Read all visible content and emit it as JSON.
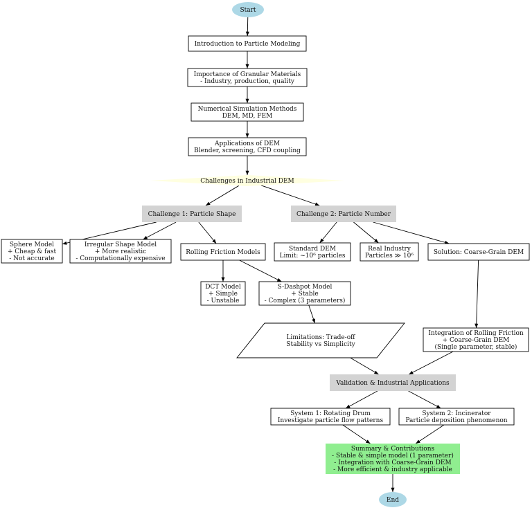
{
  "colors": {
    "start_end": "#add8e6",
    "decision": "#ffffe0",
    "section": "#d3d3d3",
    "summary": "#90ee90",
    "default": "#ffffff",
    "line": "#000000"
  },
  "nodes": {
    "start": {
      "lines": [
        "Start"
      ],
      "shape": "ellipse",
      "fill": "start_end"
    },
    "intro": {
      "lines": [
        "Introduction to Particle Modeling"
      ],
      "shape": "box",
      "fill": "default"
    },
    "importance": {
      "lines": [
        "Importance of Granular Materials",
        "- Industry, production, quality"
      ],
      "shape": "box",
      "fill": "default"
    },
    "numerical": {
      "lines": [
        "Numerical Simulation Methods",
        "DEM, MD, FEM"
      ],
      "shape": "box",
      "fill": "default"
    },
    "applications": {
      "lines": [
        "Applications of DEM",
        "Blender, screening, CFD coupling"
      ],
      "shape": "box",
      "fill": "default"
    },
    "challenges": {
      "lines": [
        "Challenges in Industrial DEM"
      ],
      "shape": "diamond",
      "fill": "decision"
    },
    "challenge1": {
      "lines": [
        "Challenge 1: Particle Shape"
      ],
      "shape": "filled",
      "fill": "section"
    },
    "challenge2": {
      "lines": [
        "Challenge 2: Particle Number"
      ],
      "shape": "filled",
      "fill": "section"
    },
    "sphere": {
      "lines": [
        "Sphere Model",
        "+ Cheap & fast",
        "- Not accurate"
      ],
      "shape": "box",
      "fill": "default"
    },
    "irregular": {
      "lines": [
        "Irregular Shape Model",
        "+ More realistic",
        "- Computationally expensive"
      ],
      "shape": "box",
      "fill": "default"
    },
    "rolling": {
      "lines": [
        "Rolling Friction Models"
      ],
      "shape": "box",
      "fill": "default"
    },
    "standard": {
      "lines": [
        "Standard DEM",
        "Limit: ~10⁶ particles"
      ],
      "shape": "box",
      "fill": "default"
    },
    "realindustry": {
      "lines": [
        "Real Industry",
        "Particles ≫ 10⁶"
      ],
      "shape": "box",
      "fill": "default"
    },
    "coarse": {
      "lines": [
        "Solution: Coarse-Grain DEM"
      ],
      "shape": "box",
      "fill": "default"
    },
    "dct": {
      "lines": [
        "DCT Model",
        "+ Simple",
        "- Unstable"
      ],
      "shape": "box",
      "fill": "default"
    },
    "sdashpot": {
      "lines": [
        "S-Dashpot Model",
        "+ Stable",
        "- Complex (3 parameters)"
      ],
      "shape": "box",
      "fill": "default"
    },
    "limitations": {
      "lines": [
        "Limitations: Trade-off",
        "Stability vs Simplicity"
      ],
      "shape": "parallelogram",
      "fill": "default"
    },
    "integration": {
      "lines": [
        "Integration of Rolling Friction",
        "+ Coarse-Grain DEM",
        "(Single parameter, stable)"
      ],
      "shape": "box",
      "fill": "default"
    },
    "validation": {
      "lines": [
        "Validation & Industrial Applications"
      ],
      "shape": "filled",
      "fill": "section"
    },
    "system1": {
      "lines": [
        "System 1: Rotating Drum",
        "Investigate particle flow patterns"
      ],
      "shape": "box",
      "fill": "default"
    },
    "system2": {
      "lines": [
        "System 2: Incinerator",
        "Particle deposition phenomenon"
      ],
      "shape": "box",
      "fill": "default"
    },
    "summary": {
      "lines": [
        "Summary & Contributions",
        "- Stable & simple model (1 parameter)",
        "- Integration with Coarse-Grain DEM",
        "- More efficient & industry applicable"
      ],
      "shape": "filled",
      "fill": "summary"
    },
    "end": {
      "lines": [
        "End"
      ],
      "shape": "ellipse",
      "fill": "start_end"
    }
  },
  "edges": [
    [
      "start",
      "intro"
    ],
    [
      "intro",
      "importance"
    ],
    [
      "importance",
      "numerical"
    ],
    [
      "numerical",
      "applications"
    ],
    [
      "applications",
      "challenges"
    ],
    [
      "challenges",
      "challenge1"
    ],
    [
      "challenges",
      "challenge2"
    ],
    [
      "challenge1",
      "sphere"
    ],
    [
      "challenge1",
      "irregular"
    ],
    [
      "challenge1",
      "rolling"
    ],
    [
      "challenge2",
      "standard"
    ],
    [
      "challenge2",
      "realindustry"
    ],
    [
      "challenge2",
      "coarse"
    ],
    [
      "rolling",
      "dct"
    ],
    [
      "rolling",
      "sdashpot"
    ],
    [
      "sdashpot",
      "limitations"
    ],
    [
      "coarse",
      "integration"
    ],
    [
      "limitations",
      "validation"
    ],
    [
      "integration",
      "validation"
    ],
    [
      "validation",
      "system1"
    ],
    [
      "validation",
      "system2"
    ],
    [
      "system1",
      "summary"
    ],
    [
      "system2",
      "summary"
    ],
    [
      "summary",
      "end"
    ]
  ]
}
